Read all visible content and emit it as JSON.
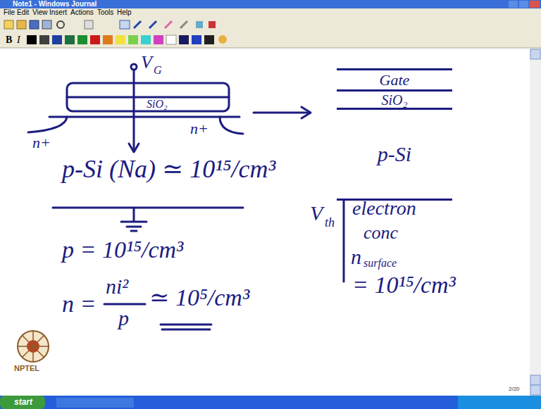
{
  "diagram": {
    "nodes": [
      {
        "text": [
          "Gate"
        ]
      },
      {
        "text": [
          "SiO₂"
        ]
      },
      {
        "text": [
          "p-Si"
        ]
      }
    ],
    "labels": [
      "Note1 - Windows Journal",
      "File",
      "Edit",
      "View",
      "Insert",
      "Actions",
      "Tools",
      "Help",
      "B",
      "I",
      "V",
      "G",
      "SiO₂",
      "n+",
      "n+",
      "p-Si (Na) ≃ 10¹⁵/cm³",
      "p = 10¹⁵/cm³",
      "n =",
      "ni²",
      "p",
      "≃ 10⁵/cm³",
      "V",
      "th",
      "electron",
      "conc",
      "n",
      "surface",
      "= 10¹⁵/cm³",
      "NPTEL",
      "2/20",
      "start"
    ]
  }
}
